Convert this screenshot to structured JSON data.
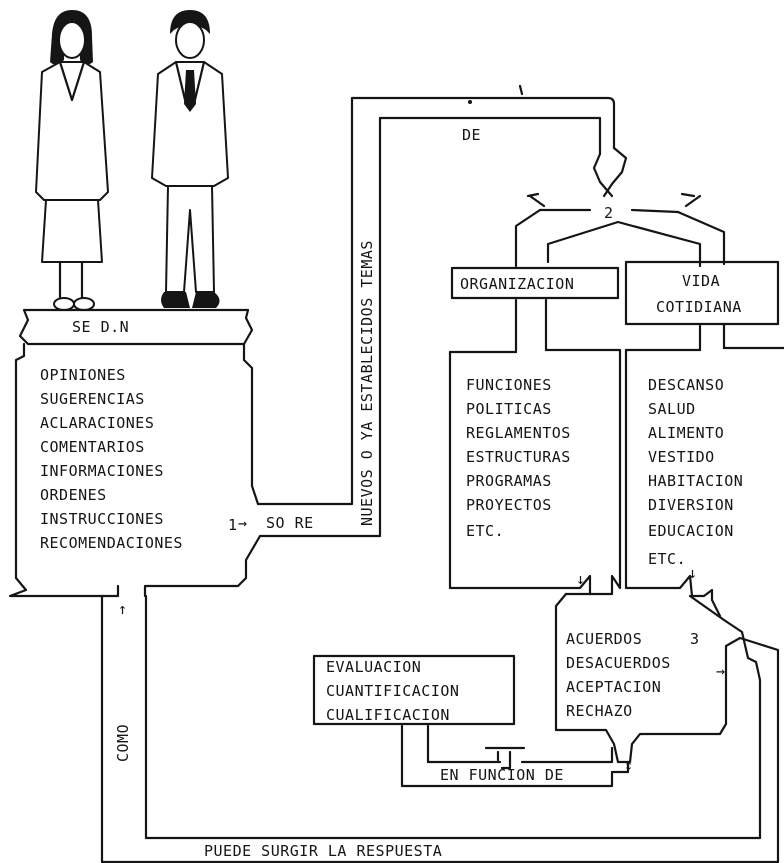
{
  "labels": {
    "se_dan": "SE D.N",
    "sobre": "SO RE",
    "temas": "NUEVOS O YA ESTABLECIDOS TEMAS",
    "de": "DE",
    "como": "COMO",
    "puede_surgir": "PUEDE SURGIR LA RESPUESTA",
    "en_funcion_de": "EN FUNCION DE",
    "organizacion": "ORGANIZACION",
    "vida_line1": "VIDA",
    "vida_line2": "COTIDIANA",
    "num1": "1",
    "num2": "2",
    "num3": "3"
  },
  "communications": [
    "OPINIONES",
    "SUGERENCIAS",
    "ACLARACIONES",
    "COMENTARIOS",
    "INFORMACIONES",
    "ORDENES",
    "INSTRUCCIONES",
    "RECOMENDACIONES"
  ],
  "organizacion_items": [
    "FUNCIONES",
    "POLITICAS",
    "REGLAMENTOS",
    "ESTRUCTURAS",
    "PROGRAMAS",
    "PROYECTOS",
    "ETC."
  ],
  "vida_items": [
    "DESCANSO",
    "SALUD",
    "ALIMENTO",
    "VESTIDO",
    "HABITACION",
    "DIVERSION",
    "EDUCACION",
    "ETC."
  ],
  "results": [
    "ACUERDOS",
    "DESACUERDOS",
    "ACEPTACION",
    "RECHAZO"
  ],
  "evaluation": [
    "EVALUACION",
    "CUANTIFICACION",
    "CUALIFICACION"
  ]
}
